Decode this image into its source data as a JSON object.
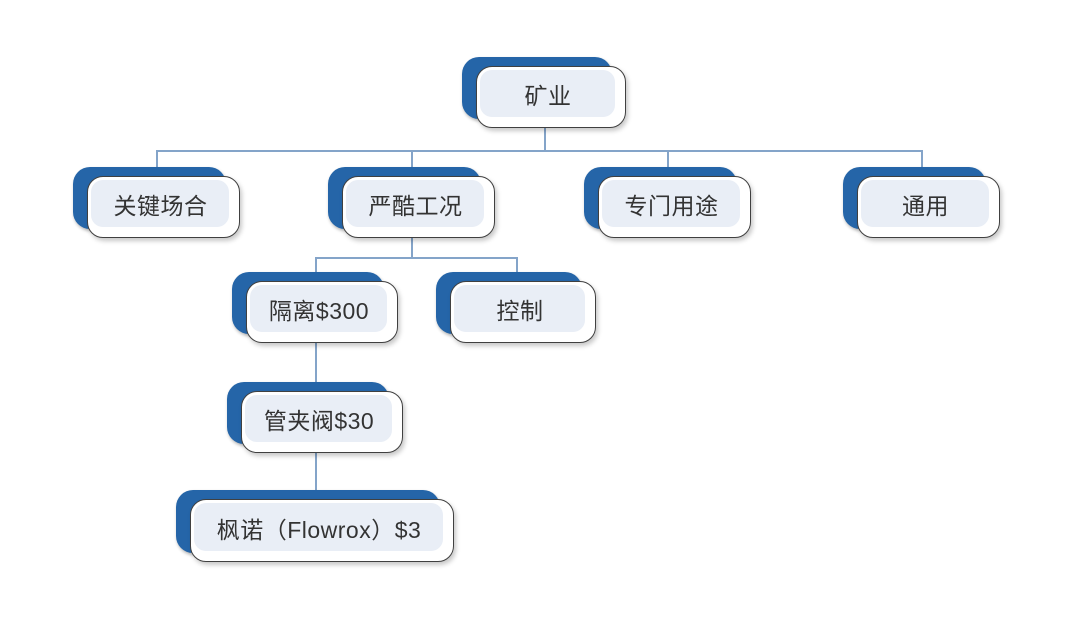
{
  "diagram": {
    "type": "org-chart-tree",
    "title": "",
    "colors": {
      "background": "#ffffff",
      "node_back": "#2565A8",
      "node_fill": "#E9EEF6",
      "node_card": "#FFFFFF",
      "node_border": "#404040",
      "connector": "#84A4C9",
      "text": "#333333"
    },
    "nodes": [
      {
        "id": "mining",
        "label": "矿业",
        "level": 0,
        "parent": null
      },
      {
        "id": "critical-applications",
        "label": "关键场合",
        "level": 1,
        "parent": "mining"
      },
      {
        "id": "harsh-conditions",
        "label": "严酷工况",
        "level": 1,
        "parent": "mining"
      },
      {
        "id": "special-purpose",
        "label": "专门用途",
        "level": 1,
        "parent": "mining"
      },
      {
        "id": "general-purpose",
        "label": "通用",
        "level": 1,
        "parent": "mining"
      },
      {
        "id": "isolation",
        "label": "隔离$300",
        "level": 2,
        "parent": "harsh-conditions"
      },
      {
        "id": "control",
        "label": "控制",
        "level": 2,
        "parent": "harsh-conditions"
      },
      {
        "id": "pinch-valve",
        "label": "管夹阀$30",
        "level": 3,
        "parent": "isolation"
      },
      {
        "id": "flowrox",
        "label": "枫诺（Flowrox）$3",
        "level": 4,
        "parent": "pinch-valve"
      }
    ]
  }
}
